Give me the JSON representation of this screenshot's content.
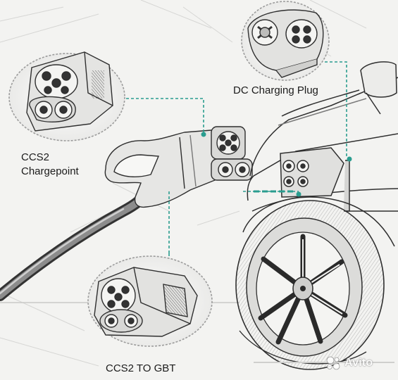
{
  "labels": {
    "dc_plug": "DC Charging Plug",
    "ccs2_chargepoint_line1": "CCS2",
    "ccs2_chargepoint_line2": "Chargepoint",
    "ccs2_to_gbt": "CCS2 TO GBT"
  },
  "watermark": {
    "text": "Avito",
    "icon": "avito-dots-logo"
  },
  "colors": {
    "leader_line": "#2a9d8f",
    "sketch": "#3a3a3a",
    "background": "#f3f3f1"
  }
}
